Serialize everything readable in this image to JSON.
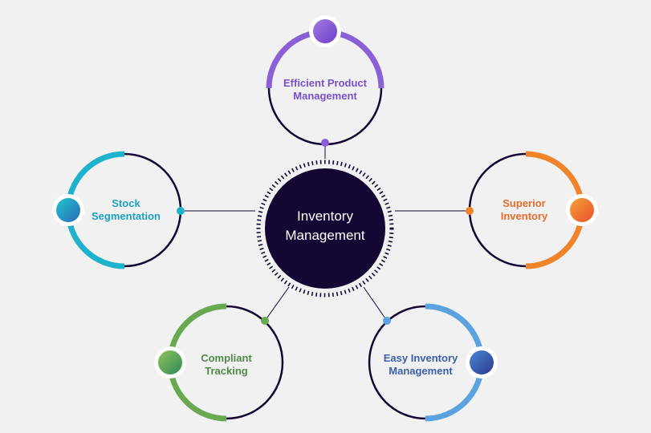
{
  "center": {
    "line1": "Inventory",
    "line2": "Management"
  },
  "nodes": [
    {
      "id": "efficient-product",
      "line1": "Efficient Product",
      "line2": "Management",
      "color": "#8b5fd6"
    },
    {
      "id": "stock-segmentation",
      "line1": "Stock",
      "line2": "Segmentation",
      "color": "#1fb2cc"
    },
    {
      "id": "superior-inventory",
      "line1": "Superior",
      "line2": "Inventory",
      "color": "#f0842a"
    },
    {
      "id": "compliant-tracking",
      "line1": "Compliant",
      "line2": "Tracking",
      "color": "#6aa84f"
    },
    {
      "id": "easy-inventory",
      "line1": "Easy Inventory",
      "line2": "Management",
      "color": "#3f5ea8"
    }
  ],
  "colors": {
    "dark": "#150733",
    "background": "#f1f1f2"
  }
}
